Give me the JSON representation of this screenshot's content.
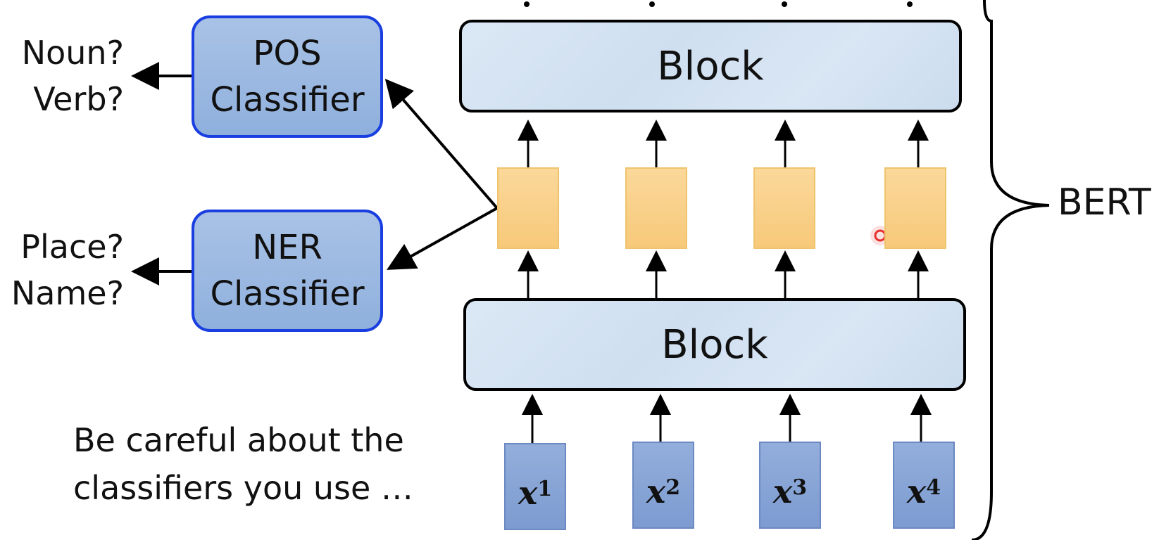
{
  "blocks": {
    "top": "Block",
    "bottom": "Block"
  },
  "classifiers": {
    "pos": {
      "line1": "POS",
      "line2": "Classifier"
    },
    "ner": {
      "line1": "NER",
      "line2": "Classifier"
    }
  },
  "outputs": {
    "pos": {
      "line1": "Noun?",
      "line2": "Verb?"
    },
    "ner": {
      "line1": "Place?",
      "line2": "Name?"
    }
  },
  "inputs": [
    {
      "base": "x",
      "sup": "1"
    },
    {
      "base": "x",
      "sup": "2"
    },
    {
      "base": "x",
      "sup": "3"
    },
    {
      "base": "x",
      "sup": "4"
    }
  ],
  "bert_label": "BERT",
  "note": {
    "line1": "Be careful about the",
    "line2": "classifiers you use …"
  },
  "colors": {
    "classifier_border": "#1a3fe0",
    "embedding_fill": "#f7c97a",
    "input_fill": "#7d9bd1",
    "block_fill": "#d6e4f2"
  }
}
